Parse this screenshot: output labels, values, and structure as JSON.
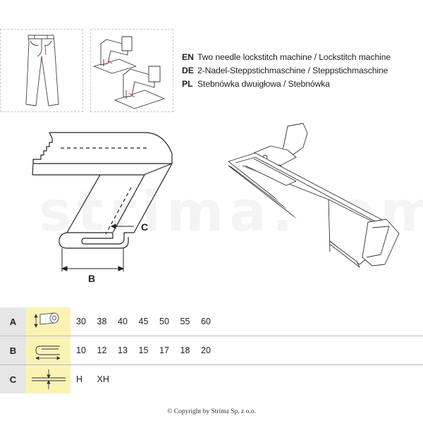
{
  "languages": [
    {
      "code": "EN",
      "text": "Two needle lockstitch machine / Lockstitch machine"
    },
    {
      "code": "DE",
      "text": "2-Nadel-Steppstichmaschine / Steppstichmaschine"
    },
    {
      "code": "PL",
      "text": "Stebnówka dwuigłowa / Stebnówka"
    }
  ],
  "watermark": "strima.com",
  "diagram": {
    "label_c": "C",
    "label_b": "B"
  },
  "table": {
    "rows": [
      {
        "label": "A",
        "icon": "tape-roll-width-icon",
        "values": [
          "30",
          "38",
          "40",
          "45",
          "50",
          "55",
          "60"
        ]
      },
      {
        "label": "B",
        "icon": "folded-width-icon",
        "values": [
          "10",
          "12",
          "13",
          "15",
          "17",
          "18",
          "20"
        ]
      },
      {
        "label": "C",
        "icon": "thickness-icon",
        "values": [
          "H",
          "XH"
        ]
      }
    ]
  },
  "copyright": "© Copyright by Strima Sp. z o.o."
}
